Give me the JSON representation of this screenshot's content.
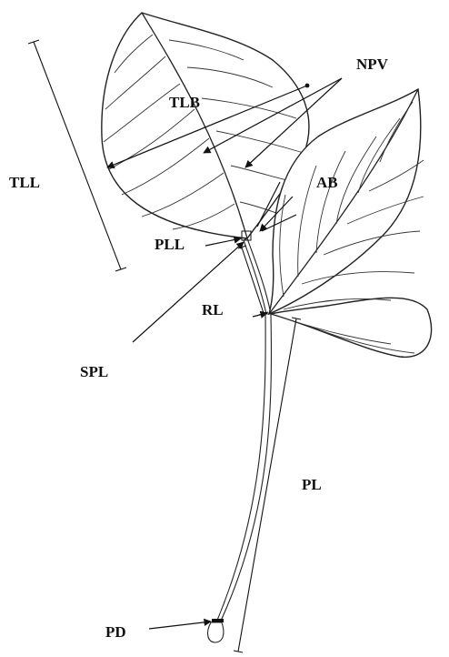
{
  "labels": {
    "npv": "NPV",
    "tlb": "TLB",
    "tll": "TLL",
    "ab": "AB",
    "pll": "PLL",
    "rl": "RL",
    "spl": "SPL",
    "pl": "PL",
    "pd": "PD"
  }
}
